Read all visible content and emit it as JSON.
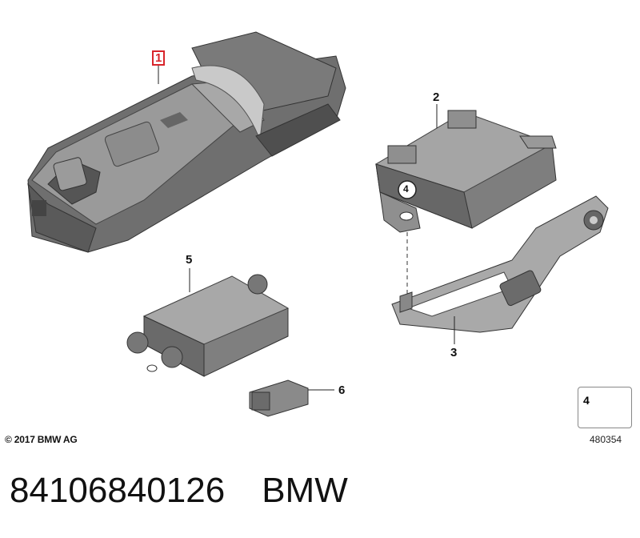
{
  "callouts": [
    {
      "id": "1",
      "highlighted": true
    },
    {
      "id": "2",
      "highlighted": false
    },
    {
      "id": "3",
      "highlighted": false
    },
    {
      "id": "4",
      "highlighted": false
    },
    {
      "id": "5",
      "highlighted": false
    },
    {
      "id": "6",
      "highlighted": false
    }
  ],
  "callout_labels": {
    "c1": "1",
    "c2": "2",
    "c3": "3",
    "c4": "4",
    "c5": "5",
    "c6": "6"
  },
  "legend": {
    "number": "4"
  },
  "copyright": "© 2017 BMW AG",
  "diagram_id": "480354",
  "footer": {
    "part_number": "84106840126",
    "brand": "BMW"
  },
  "colors": {
    "highlight": "#d8252b",
    "part_fill": "#8a8a8a",
    "part_dark": "#5e5e5e",
    "part_light": "#b8b8b8"
  }
}
